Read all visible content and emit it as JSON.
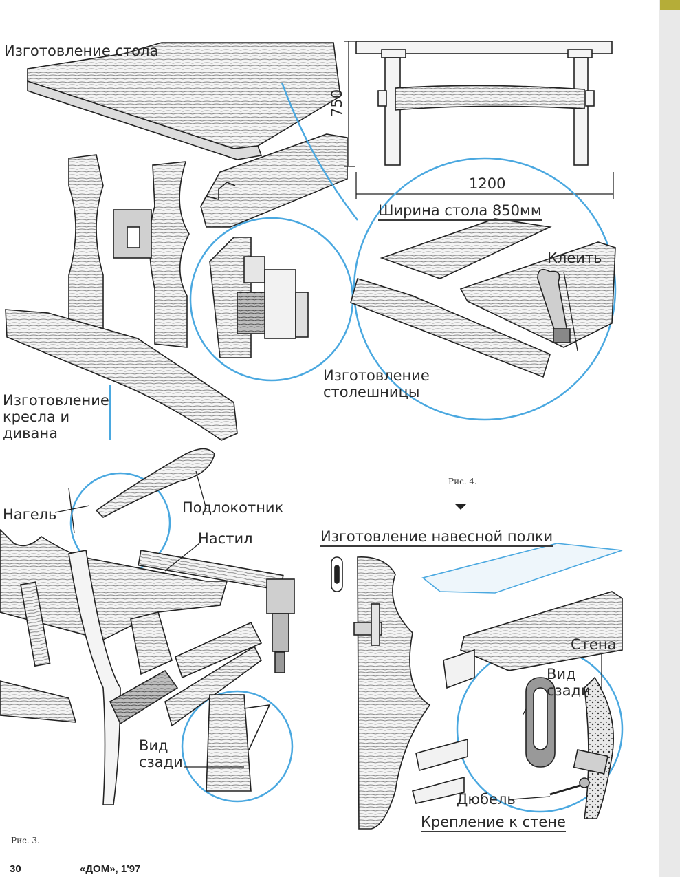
{
  "page": {
    "accent_color": "#4aa8e0",
    "labels": {
      "table_title": "Изготовление стола",
      "table_width": "Ширина стола 850мм",
      "glue": "Клеить",
      "tabletop": "Изготовление\nстолешницы",
      "chair_title": "Изготовление\nкресла и\nдивана",
      "dowel_pin": "Нагель",
      "armrest": "Подлокотник",
      "deck": "Настил",
      "back_view_1": "Вид\nсзади",
      "shelf_title": "Изготовление навесной полки",
      "wall": "Стена",
      "back_view_2": "Вид\nсзади",
      "anchor": "Дюбель",
      "wall_mount": "Крепление к стене"
    },
    "dimensions": {
      "height": "750",
      "length": "1200"
    },
    "captions": {
      "fig4": "Рис. 4.",
      "fig3": "Рис. 3."
    },
    "footer": {
      "page_number": "30",
      "magazine": "«ДОМ», 1'97"
    }
  }
}
